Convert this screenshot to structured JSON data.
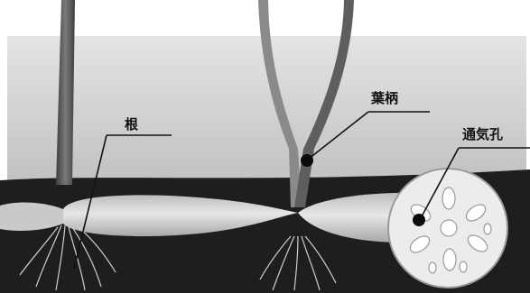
{
  "labels": {
    "root": "根",
    "petiole": "葉柄",
    "aerenchyma": "通気孔"
  },
  "colors": {
    "sky": "#d6d6d6",
    "soil": "#1e1e1e",
    "rhizome": "#d9d9d9",
    "stem": "#5a5a5a",
    "leader": "#111111"
  }
}
